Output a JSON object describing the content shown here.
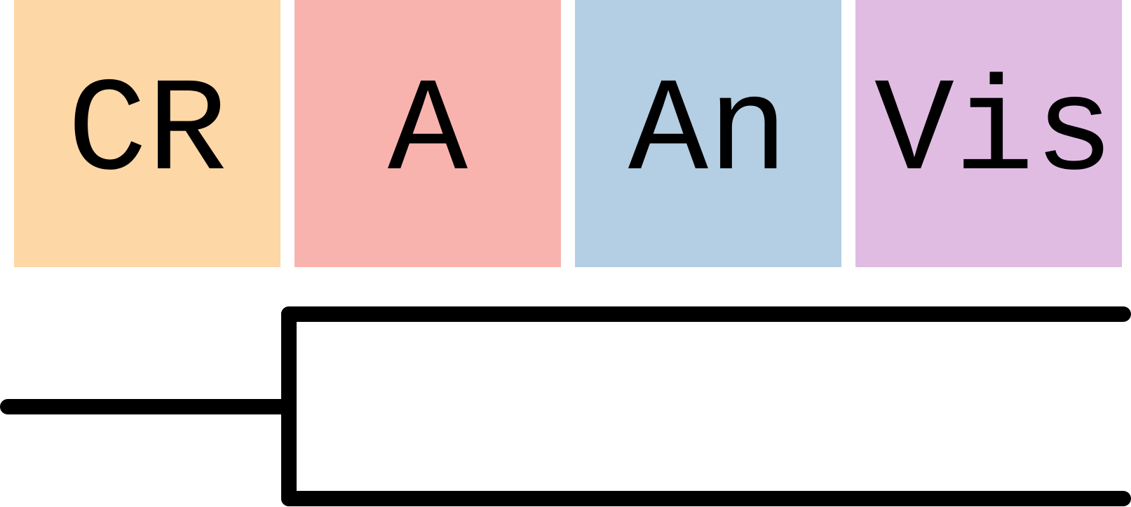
{
  "boxes": [
    {
      "label": "CR",
      "color": "#fdd7a6"
    },
    {
      "label": "A",
      "color": "#f9b3ae"
    },
    {
      "label": "An",
      "color": "#b4cee3"
    },
    {
      "label": "Vis",
      "color": "#e0bce3"
    }
  ],
  "tree": {
    "stroke_color": "#000000",
    "branches": 2
  }
}
